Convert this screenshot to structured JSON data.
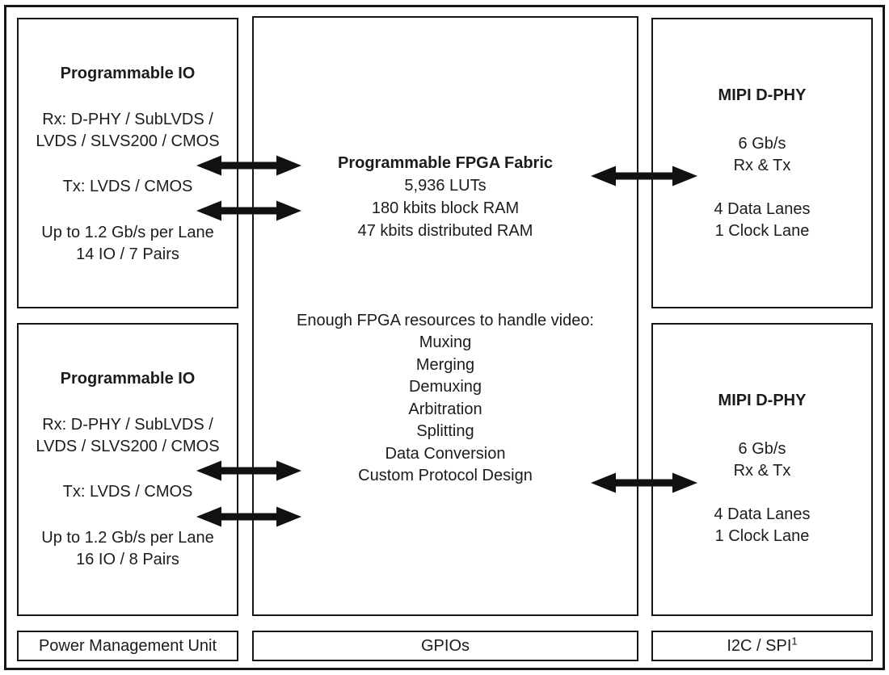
{
  "diagram": {
    "left_top": {
      "title": "Programmable IO",
      "rx_line1": "Rx: D-PHY / SubLVDS /",
      "rx_line2": "LVDS / SLVS200 / CMOS",
      "tx_line": "Tx: LVDS / CMOS",
      "rate_line": "Up to 1.2 Gb/s per Lane",
      "io_line": "14 IO / 7 Pairs"
    },
    "left_bottom": {
      "title": "Programmable IO",
      "rx_line1": "Rx: D-PHY / SubLVDS /",
      "rx_line2": "LVDS / SLVS200 / CMOS",
      "tx_line": "Tx: LVDS / CMOS",
      "rate_line": "Up to 1.2 Gb/s per Lane",
      "io_line": "16 IO / 8 Pairs"
    },
    "center": {
      "title": "Programmable FPGA Fabric",
      "luts": "5,936 LUTs",
      "block_ram": "180 kbits block RAM",
      "dist_ram": "47 kbits distributed RAM",
      "resources_heading": "Enough FPGA resources to handle video:",
      "capabilities": [
        "Muxing",
        "Merging",
        "Demuxing",
        "Arbitration",
        "Splitting",
        "Data Conversion",
        "Custom Protocol Design"
      ]
    },
    "right_top": {
      "title": "MIPI D-PHY",
      "speed": "6 Gb/s",
      "rxtx": "Rx & Tx",
      "data_lanes": "4 Data Lanes",
      "clock_lane": "1 Clock Lane"
    },
    "right_bottom": {
      "title": "MIPI D-PHY",
      "speed": "6 Gb/s",
      "rxtx": "Rx & Tx",
      "data_lanes": "4 Data Lanes",
      "clock_lane": "1 Clock Lane"
    },
    "footer": {
      "pmu": "Power Management Unit",
      "gpio": "GPIOs",
      "i2c_spi": "I2C / SPI",
      "i2c_spi_superscript": "1"
    },
    "colors": {
      "line": "#161616",
      "text": "#1c1c1c",
      "background": "#ffffff"
    }
  }
}
